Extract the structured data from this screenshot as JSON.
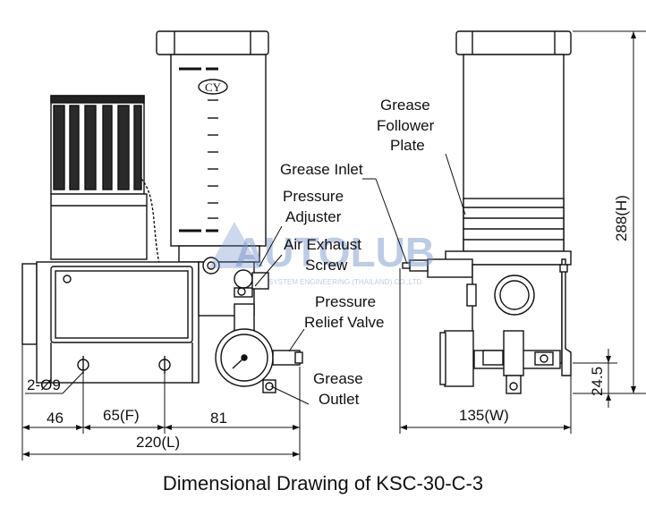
{
  "caption": "Dimensional Drawing of KSC-30-C-3",
  "reservoir_mark": "CY",
  "watermark": {
    "brand": "AUTOLUB",
    "sub": "SYSTEM ENGINEERING (THAILAND) CO.,LTD."
  },
  "callouts": {
    "grease_follower_plate": [
      "Grease",
      "Follower",
      "Plate"
    ],
    "grease_inlet": "Grease Inlet",
    "pressure_adjuster": [
      "Pressure",
      "Adjuster"
    ],
    "air_exhaust_screw": [
      "Air Exhaust",
      "Screw"
    ],
    "pressure_relief_valve": [
      "Pressure",
      "Relief Valve"
    ],
    "grease_outlet": [
      "Grease",
      "Outlet"
    ]
  },
  "dimensions": {
    "holes": "2-Ø9",
    "d46": "46",
    "d65": "65(F)",
    "d81": "81",
    "length": "220(L)",
    "width": "135(W)",
    "height": "288(H)",
    "d24": "24.5"
  },
  "colors": {
    "line": "#111111",
    "accent": "#6f8fc9"
  }
}
